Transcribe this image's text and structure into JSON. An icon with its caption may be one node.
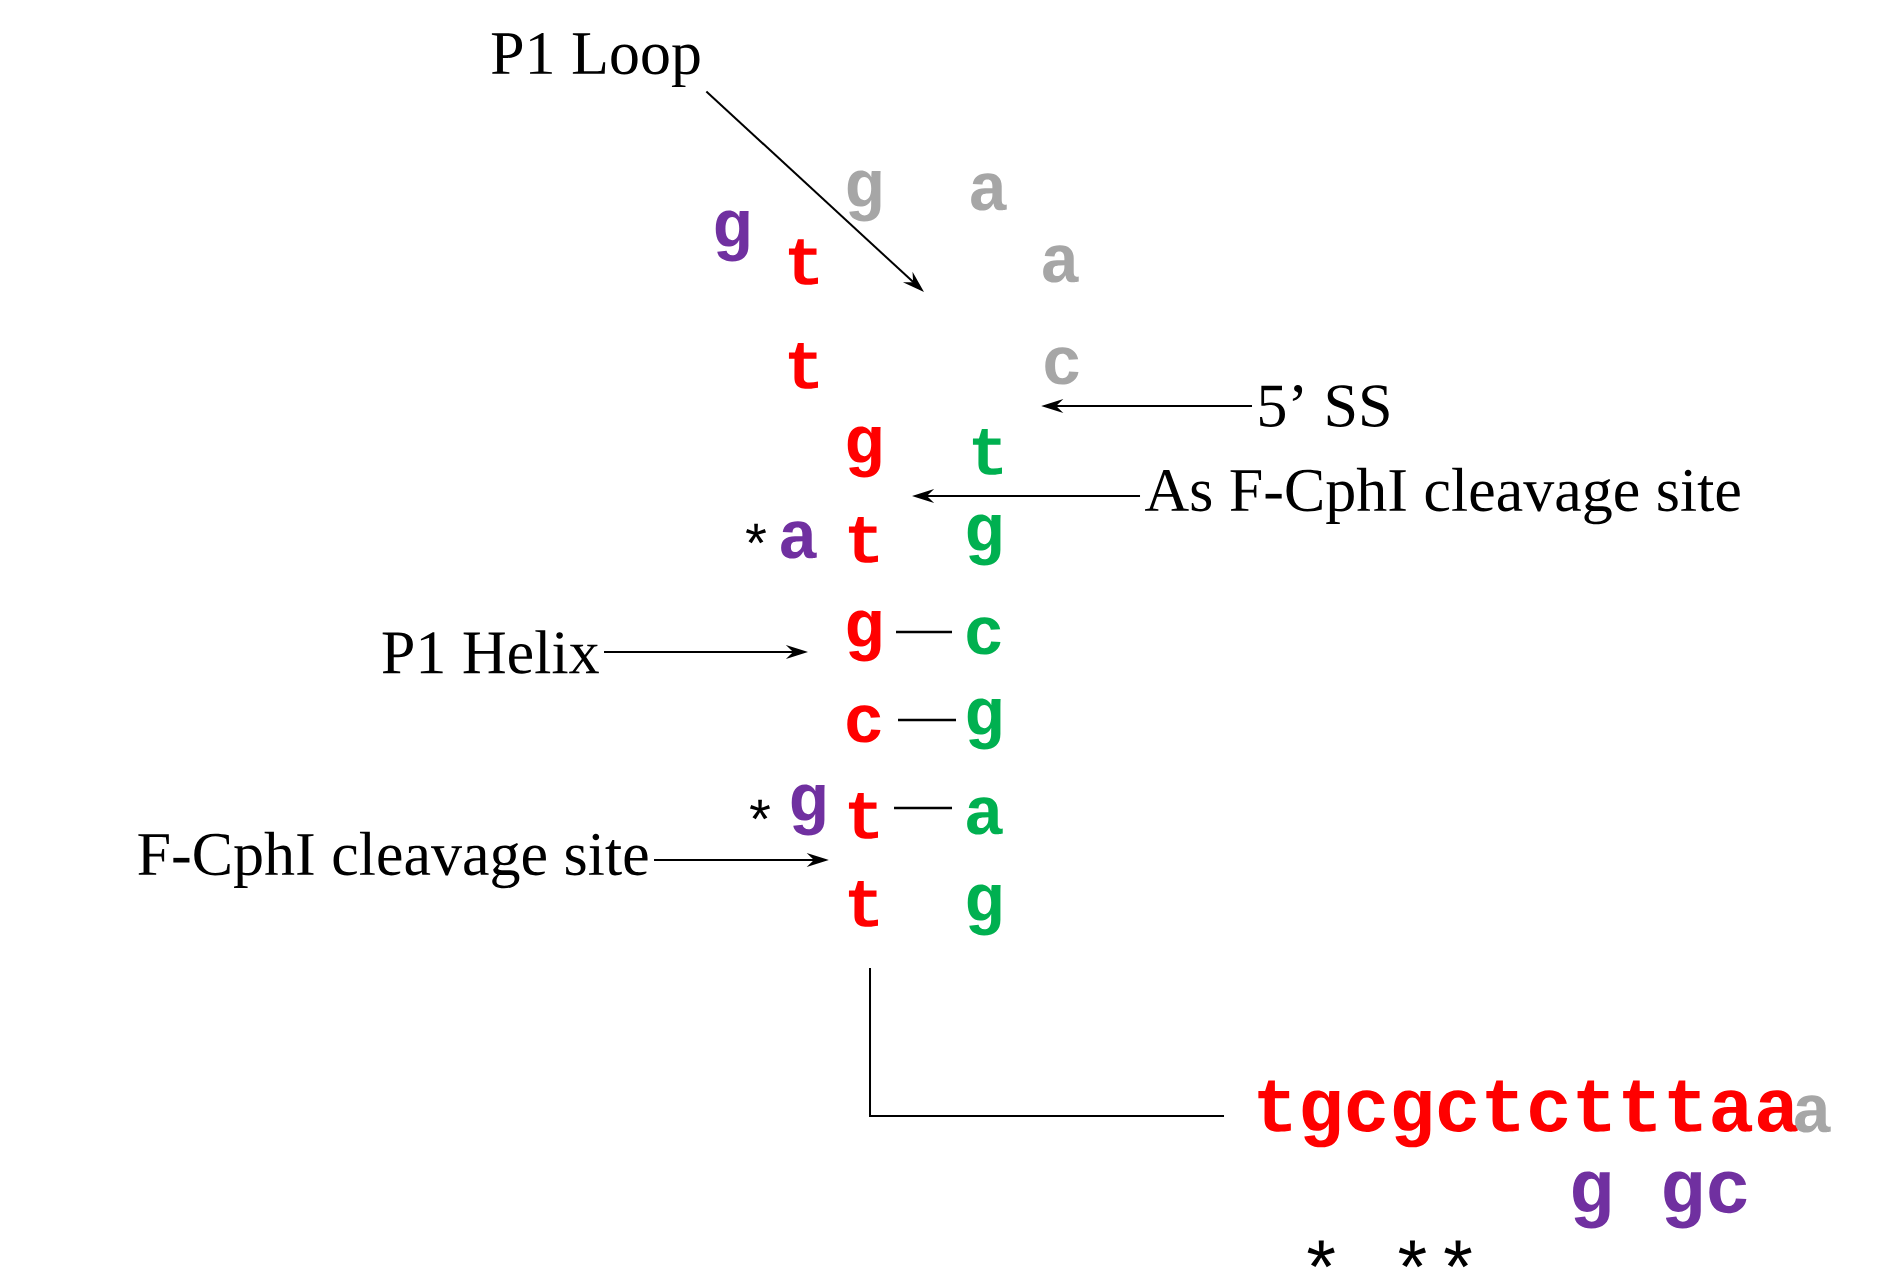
{
  "diagram": {
    "nodes": [
      {
        "text": [
          "P1 Loop"
        ]
      },
      {
        "text": [
          "5’ SS"
        ]
      },
      {
        "text": [
          "As F-CphI cleavage site"
        ]
      },
      {
        "text": [
          "P1 Helix"
        ]
      },
      {
        "text": [
          "F-CphI cleavage site"
        ]
      },
      {
        "text": [
          "c"
        ]
      },
      {
        "text": [
          "g"
        ]
      }
    ],
    "edges": [
      {
        "from": 0,
        "to": null,
        "arrow": "to"
      },
      {
        "from": 1,
        "to": 5,
        "arrow": "to"
      },
      {
        "from": 2,
        "to": null,
        "arrow": "to"
      },
      {
        "from": 3,
        "to": null,
        "arrow": "to"
      },
      {
        "from": 4,
        "to": 6,
        "arrow": "to"
      }
    ],
    "labels": [
      "g",
      "a",
      "g",
      "t",
      "a",
      "t",
      "g",
      "t",
      "*",
      "a",
      "t",
      "g",
      "g",
      "c",
      "c",
      "g",
      "*",
      "t",
      "a",
      "t",
      "g",
      "tgcgctctttaa",
      "a",
      "g gc",
      "* **"
    ]
  }
}
